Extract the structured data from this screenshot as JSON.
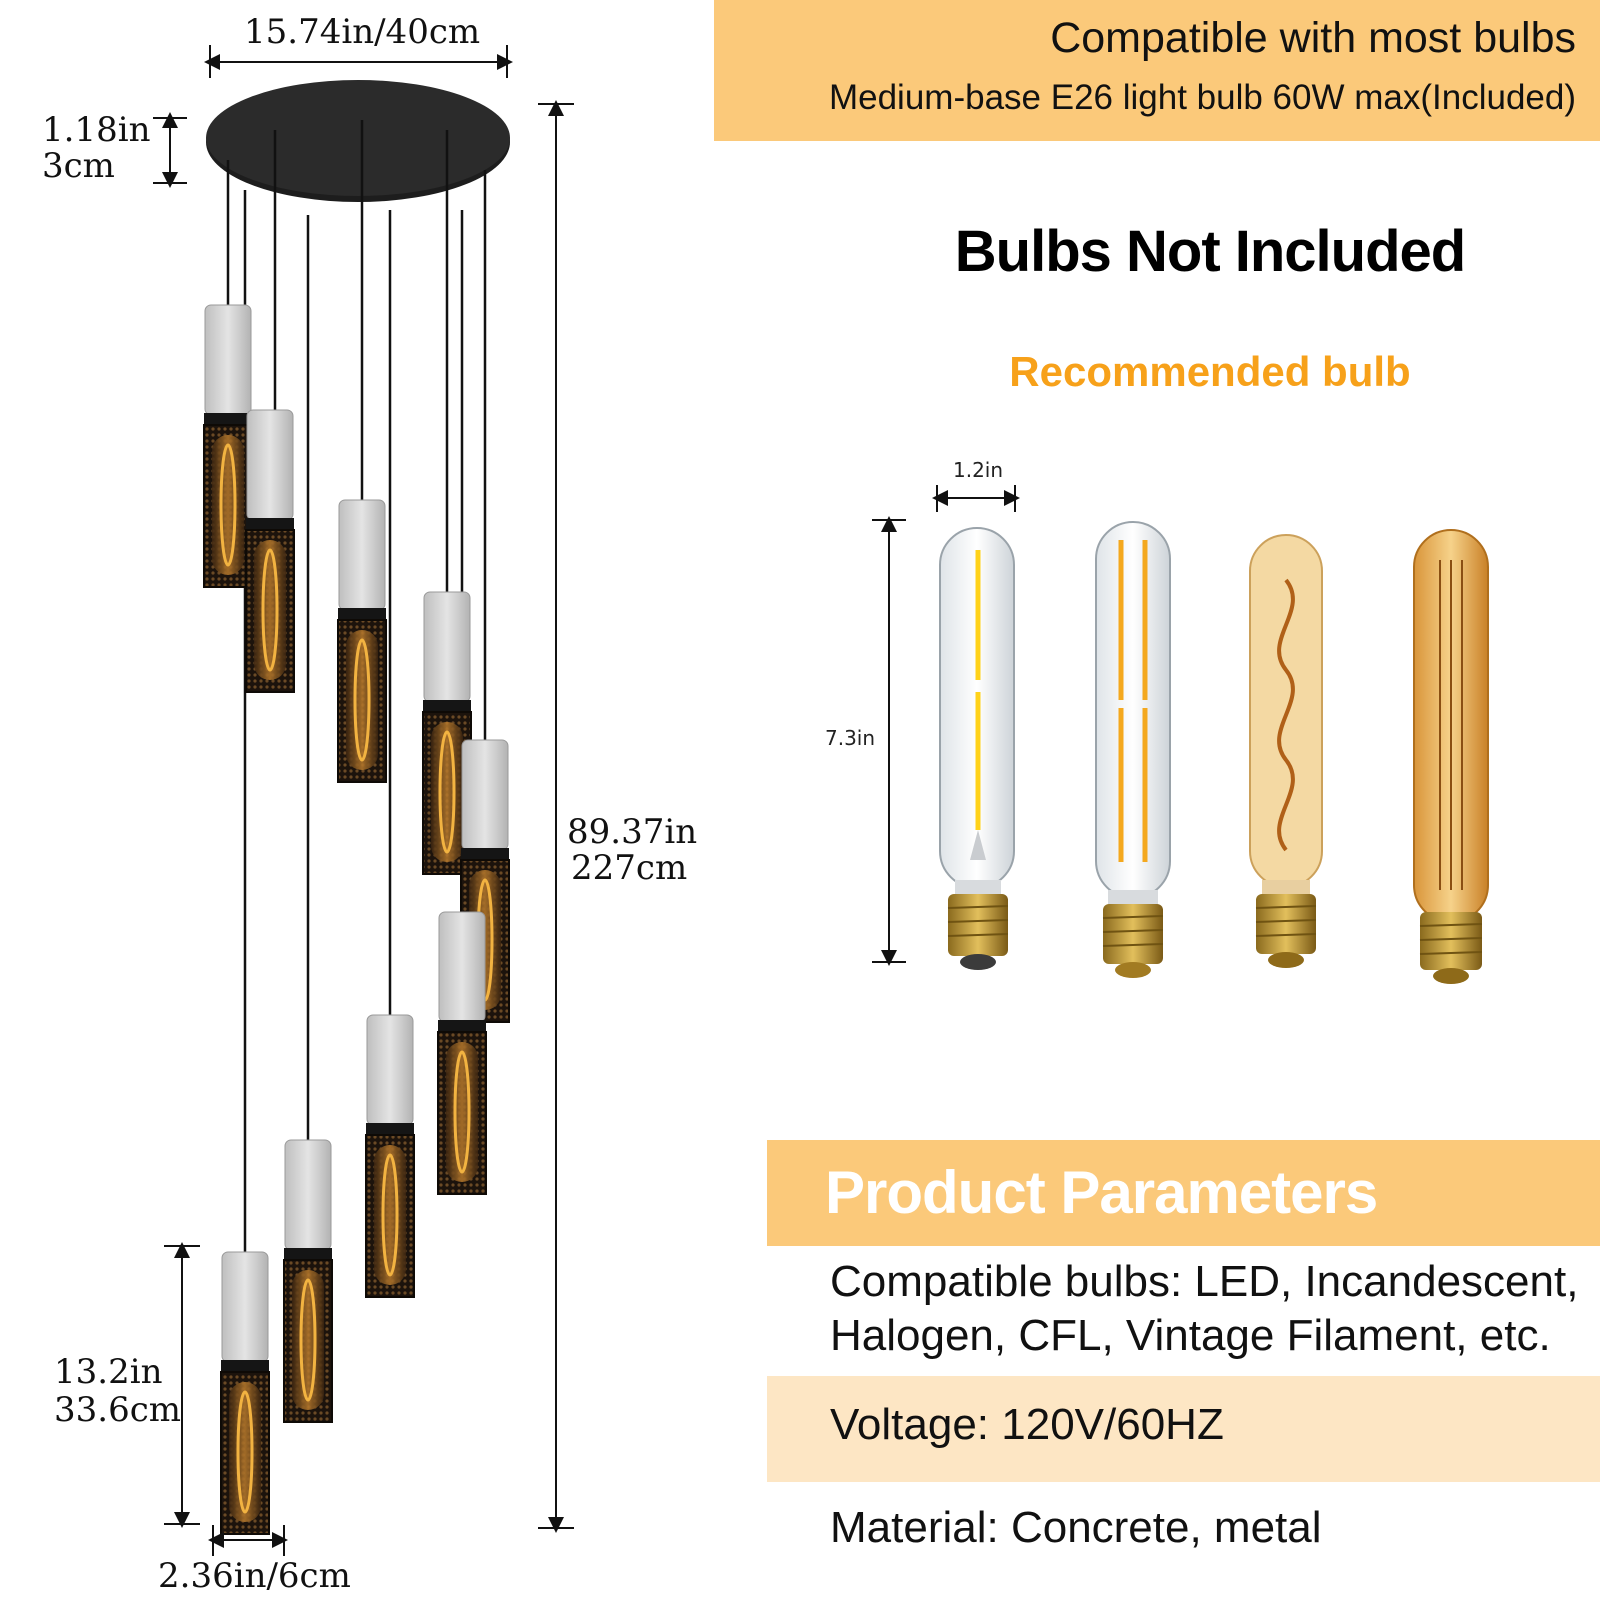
{
  "banner": {
    "title": "Compatible with most bulbs",
    "subtitle": "Medium-base E26 light bulb 60W max(Included)"
  },
  "headings": {
    "bulbs_not_included": "Bulbs Not Included",
    "recommended": "Recommended bulb"
  },
  "dimensions": {
    "canopy_width": "15.74in/40cm",
    "canopy_height_in": "1.18in",
    "canopy_height_cm": "3cm",
    "total_height_in": "89.37in",
    "total_height_cm": "227cm",
    "shade_height_in": "13.2in",
    "shade_height_cm": "33.6cm",
    "shade_width": "2.36in/6cm",
    "bulb_width": "1.2in",
    "bulb_height": "7.3in"
  },
  "parameters": {
    "title": "Product Parameters",
    "compatible_line1": "Compatible bulbs: LED, Incandescent,",
    "compatible_line2": "Halogen, CFL, Vintage Filament, etc.",
    "voltage": "Voltage: 120V/60HZ",
    "material": "Material: Concrete, metal"
  },
  "colors": {
    "banner": "#fbc97a",
    "band_light": "#fde6c4",
    "accent_orange": "#f7a11a"
  },
  "illustration": {
    "pendant_count": 9,
    "bulb_types": [
      "clear-led-tube",
      "clear-led-dual-filament",
      "amber-spiral-filament",
      "amber-vintage-filament"
    ]
  }
}
